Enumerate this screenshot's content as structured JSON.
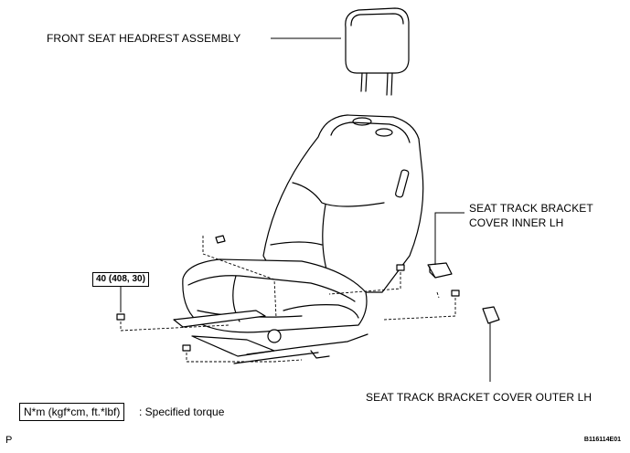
{
  "labels": {
    "headrest": "FRONT SEAT HEADREST ASSEMBLY",
    "inner_cover_line1": "SEAT TRACK BRACKET",
    "inner_cover_line2": "COVER INNER LH",
    "outer_cover": "SEAT TRACK BRACKET COVER OUTER LH"
  },
  "torque": "40 (408, 30)",
  "legend": {
    "box": "N*m (kgf*cm, ft.*lbf)",
    "text": ": Specified torque"
  },
  "corner_letter": "P",
  "figure_id": "B116114E01"
}
